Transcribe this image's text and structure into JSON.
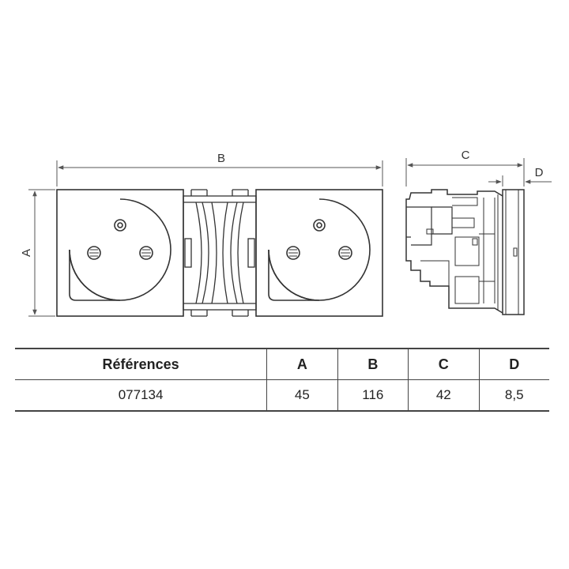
{
  "dimensions": {
    "a_label": "A",
    "b_label": "B",
    "c_label": "C",
    "d_label": "D"
  },
  "table": {
    "headers": [
      "Références",
      "A",
      "B",
      "C",
      "D"
    ],
    "rows": [
      [
        "077134",
        "45",
        "116",
        "42",
        "8,5"
      ]
    ]
  },
  "colors": {
    "line": "#333333",
    "dimension": "#555555"
  }
}
